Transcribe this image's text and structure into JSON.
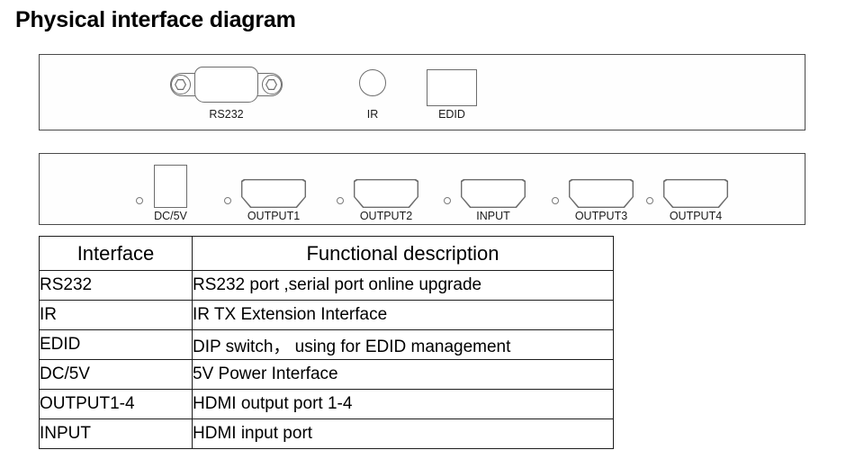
{
  "page": {
    "title": "Physical interface diagram"
  },
  "front_panel": {
    "name": "front-panel",
    "ports": [
      {
        "id": "rs232",
        "label": "RS232",
        "shape": "d-sub-9-connector"
      },
      {
        "id": "ir",
        "label": "IR",
        "shape": "circle"
      },
      {
        "id": "edid",
        "label": "EDID",
        "shape": "rectangle"
      }
    ]
  },
  "rear_panel": {
    "name": "rear-panel",
    "ports": [
      {
        "id": "dc5v",
        "label": "DC/5V",
        "shape": "rectangle-jack"
      },
      {
        "id": "output1",
        "label": "OUTPUT1",
        "shape": "hdmi"
      },
      {
        "id": "output2",
        "label": "OUTPUT2",
        "shape": "hdmi"
      },
      {
        "id": "input",
        "label": "INPUT",
        "shape": "hdmi"
      },
      {
        "id": "output3",
        "label": "OUTPUT3",
        "shape": "hdmi"
      },
      {
        "id": "output4",
        "label": "OUTPUT4",
        "shape": "hdmi"
      }
    ]
  },
  "table": {
    "headers": [
      "Interface",
      "Functional description"
    ],
    "rows": [
      {
        "interface": "RS232",
        "description": "RS232 port ,serial port online upgrade"
      },
      {
        "interface": "IR",
        "description": "IR TX Extension Interface"
      },
      {
        "interface": "EDID",
        "description": "DIP switch， using for EDID management"
      },
      {
        "interface": "DC/5V",
        "description": "5V Power Interface"
      },
      {
        "interface": "OUTPUT1-4",
        "description": "HDMI output port 1-4"
      },
      {
        "interface": "INPUT",
        "description": "HDMI input port"
      }
    ]
  },
  "colors": {
    "background": "#ffffff",
    "panel_border": "#4a4a4a",
    "port_outline": "#6d6d6d",
    "table_border": "#1d1d1d",
    "text": "#000000"
  }
}
